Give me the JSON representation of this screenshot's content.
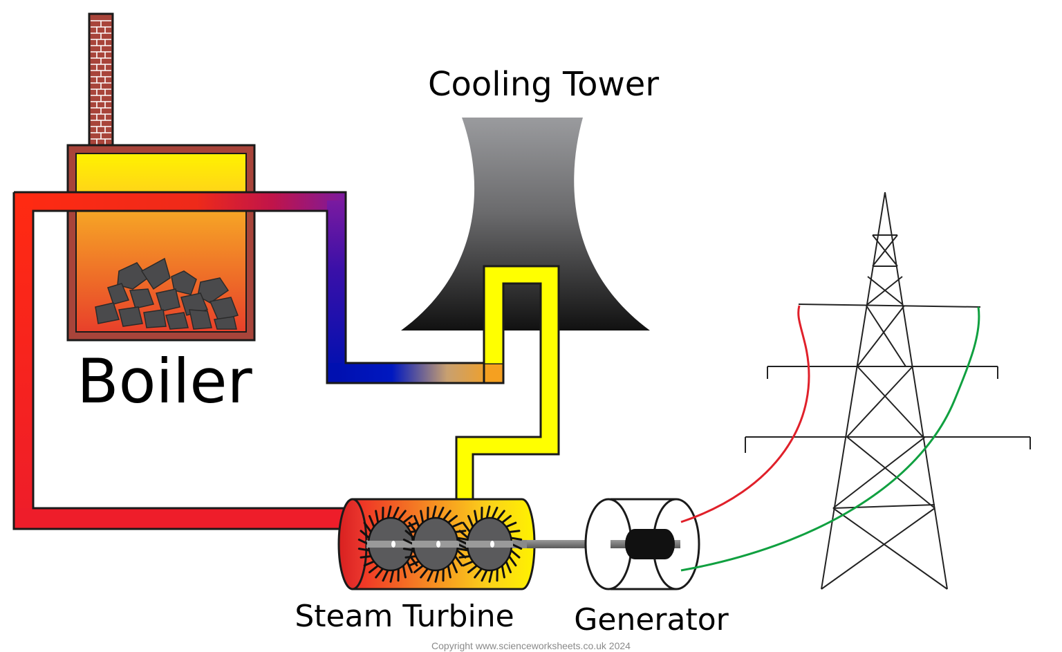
{
  "labels": {
    "cooling_tower": "Cooling Tower",
    "boiler": "Boiler",
    "steam_turbine": "Steam Turbine",
    "generator": "Generator"
  },
  "copyright": "Copyright www.scienceworksheets.co.uk 2024",
  "colors": {
    "chimney_brick": "#a8443a",
    "boiler_casing": "#a8443a",
    "hot_pipe": "#ee2222",
    "cold_pipe": "#0000aa",
    "steam_pipe": "#ffff00",
    "tower_top": "#9a9a9a",
    "tower_bottom": "#111111",
    "fire_top": "#f6a326",
    "fire_bottom": "#e8402a",
    "coal": "#4d4d4f",
    "live_wire": "#e0202a",
    "neutral_wire": "#10a040",
    "pylon": "#222222"
  }
}
